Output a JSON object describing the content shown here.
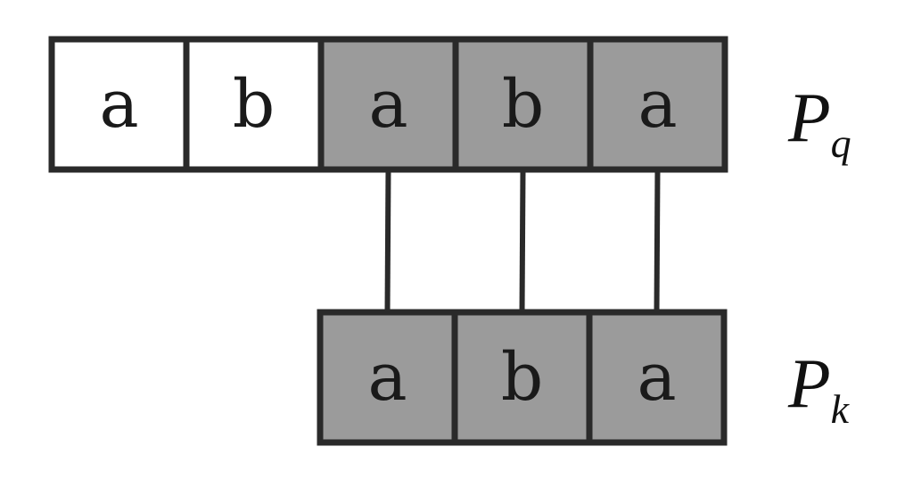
{
  "colors": {
    "plain_cell": "#ffffff",
    "matched_cell": "#9b9b9b",
    "border": "#2a2a2a"
  },
  "pattern_q": {
    "label_main": "P",
    "label_sub": "q",
    "cells": [
      {
        "letter": "a",
        "highlighted": false
      },
      {
        "letter": "b",
        "highlighted": false
      },
      {
        "letter": "a",
        "highlighted": true
      },
      {
        "letter": "b",
        "highlighted": true
      },
      {
        "letter": "a",
        "highlighted": true
      }
    ]
  },
  "pattern_k": {
    "label_main": "P",
    "label_sub": "k",
    "cells": [
      {
        "letter": "a",
        "highlighted": true
      },
      {
        "letter": "b",
        "highlighted": true
      },
      {
        "letter": "a",
        "highlighted": true
      }
    ]
  },
  "connections": [
    {
      "from_q": 2,
      "to_k": 0
    },
    {
      "from_q": 3,
      "to_k": 1
    },
    {
      "from_q": 4,
      "to_k": 2
    }
  ]
}
